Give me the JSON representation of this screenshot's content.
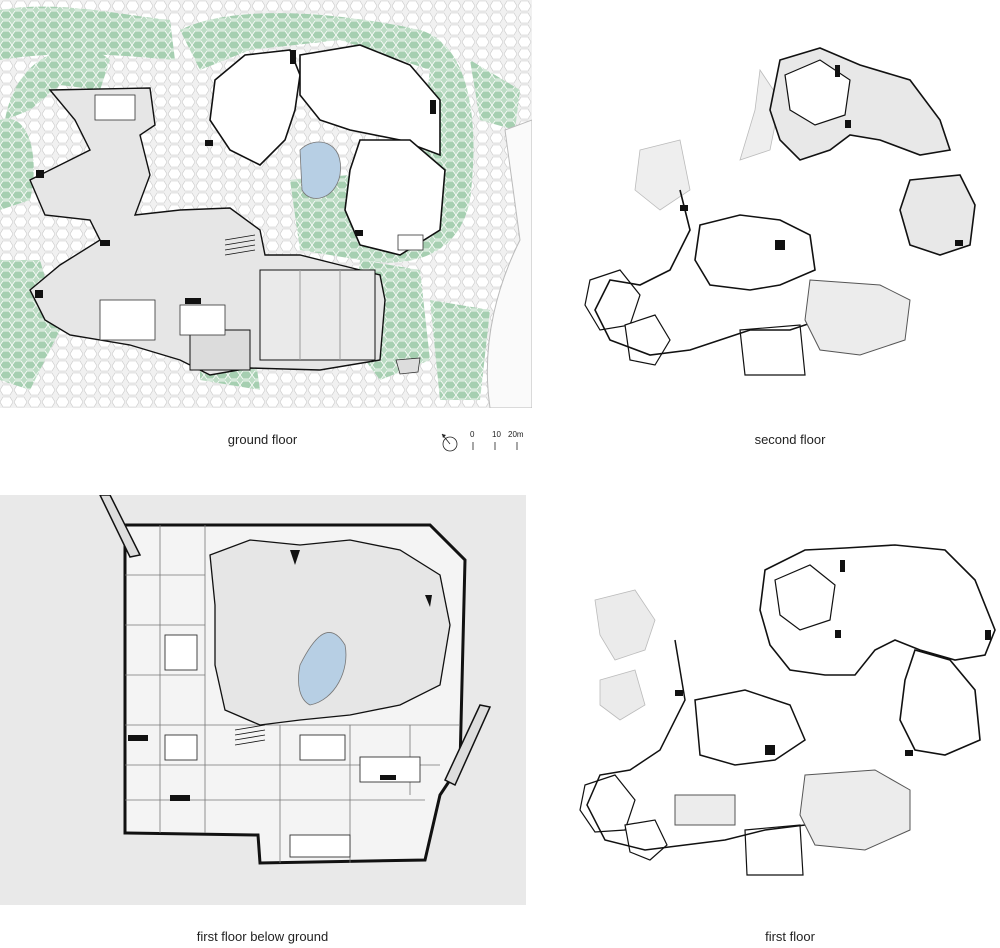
{
  "captions": {
    "ground": "ground floor",
    "second": "second floor",
    "below": "first floor below ground",
    "first": "first floor"
  },
  "scale_bar": {
    "labels": [
      "0",
      "10",
      "20m"
    ],
    "north_arrow": "north-arrow-icon"
  },
  "colors": {
    "planting": "#a8d0b3",
    "paving_cell": "#ffffff",
    "floor_fill": "#e6e6e6",
    "wall": "#111111",
    "water": "#b7cfe4",
    "basement_bg": "#e9e9e9"
  }
}
